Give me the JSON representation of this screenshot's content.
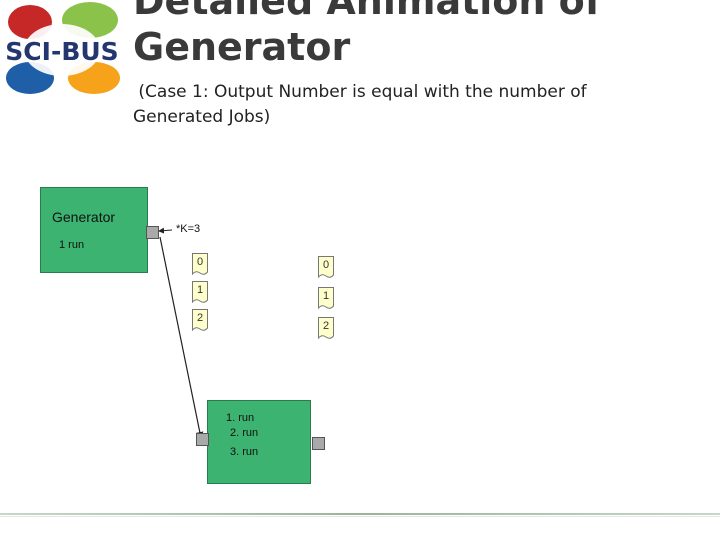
{
  "slide": {
    "title": "Detailed Animation of\nGenerator",
    "subtitle": " (Case 1: Output Number is equal with the number of\nGenerated Jobs)"
  },
  "logo": {
    "text": "SCI-BUS"
  },
  "generator_box": {
    "title": "Generator",
    "status": "1 run"
  },
  "port_label": "*K=3",
  "left_files": [
    "0",
    "1",
    "2"
  ],
  "right_files": [
    "0",
    "1",
    "2"
  ],
  "job_box": {
    "runs": [
      "1. run",
      "2. run",
      "3. run"
    ]
  },
  "colors": {
    "box_green": "#3cb371",
    "file_yellow": "#ffffcc",
    "logo_red": "#c62828",
    "logo_blue": "#1f5fa8",
    "logo_green": "#8bc34a",
    "logo_orange": "#f6a21a"
  }
}
